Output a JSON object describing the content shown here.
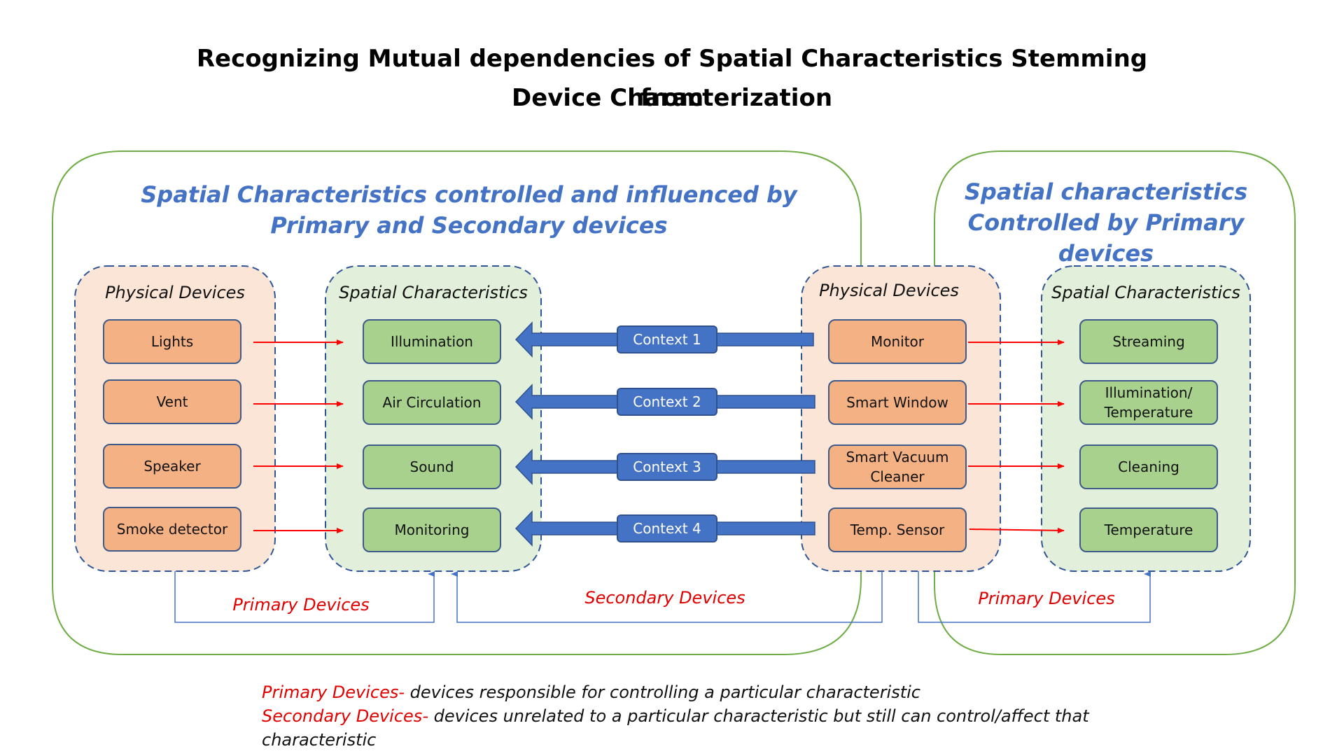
{
  "title": {
    "line1": "Recognizing Mutual dependencies of Spatial Characteristics Stemming from",
    "line2": "Device Characterization"
  },
  "left_group": {
    "title_line1": "Spatial Characteristics controlled and influenced by",
    "title_line2": "Primary and Secondary devices",
    "physical_panel_title": "Physical Devices",
    "spatial_panel_title": "Spatial Characteristics",
    "devices": [
      "Lights",
      "Vent",
      "Speaker",
      "Smoke detector"
    ],
    "characteristics": [
      "Illumination",
      "Air Circulation",
      "Sound",
      "Monitoring"
    ],
    "primary_label": "Primary Devices"
  },
  "right_group": {
    "title_line1": "Spatial characteristics",
    "title_line2": "Controlled by Primary devices",
    "physical_panel_title": "Physical Devices",
    "spatial_panel_title": "Spatial Characteristics",
    "devices": [
      "Monitor",
      "Smart Window",
      "Smart Vacuum\nCleaner",
      "Temp. Sensor"
    ],
    "characteristics": [
      "Streaming",
      "Illumination/\nTemperature",
      "Cleaning",
      "Temperature"
    ],
    "primary_label": "Primary Devices"
  },
  "contexts": [
    "Context 1",
    "Context 2",
    "Context 3",
    "Context 4"
  ],
  "secondary_label": "Secondary Devices",
  "legend": {
    "primary_term": "Primary Devices-",
    "primary_desc": " devices responsible for controlling a particular characteristic",
    "secondary_term": "Secondary Devices-",
    "secondary_desc_line1": " devices unrelated to a particular characteristic but still can control/affect that",
    "secondary_desc_line2": "characteristic"
  },
  "colors": {
    "group_border": "#70AD47",
    "orange_panel": "#fbe5d6",
    "green_panel": "#e2efda",
    "panel_border": "#2f5597",
    "device_fill": "#f4b183",
    "characteristic_fill": "#a9d18e",
    "context_arrow": "#4472C4",
    "red_arrow": "#ff0000",
    "connector": "#4472C4"
  }
}
